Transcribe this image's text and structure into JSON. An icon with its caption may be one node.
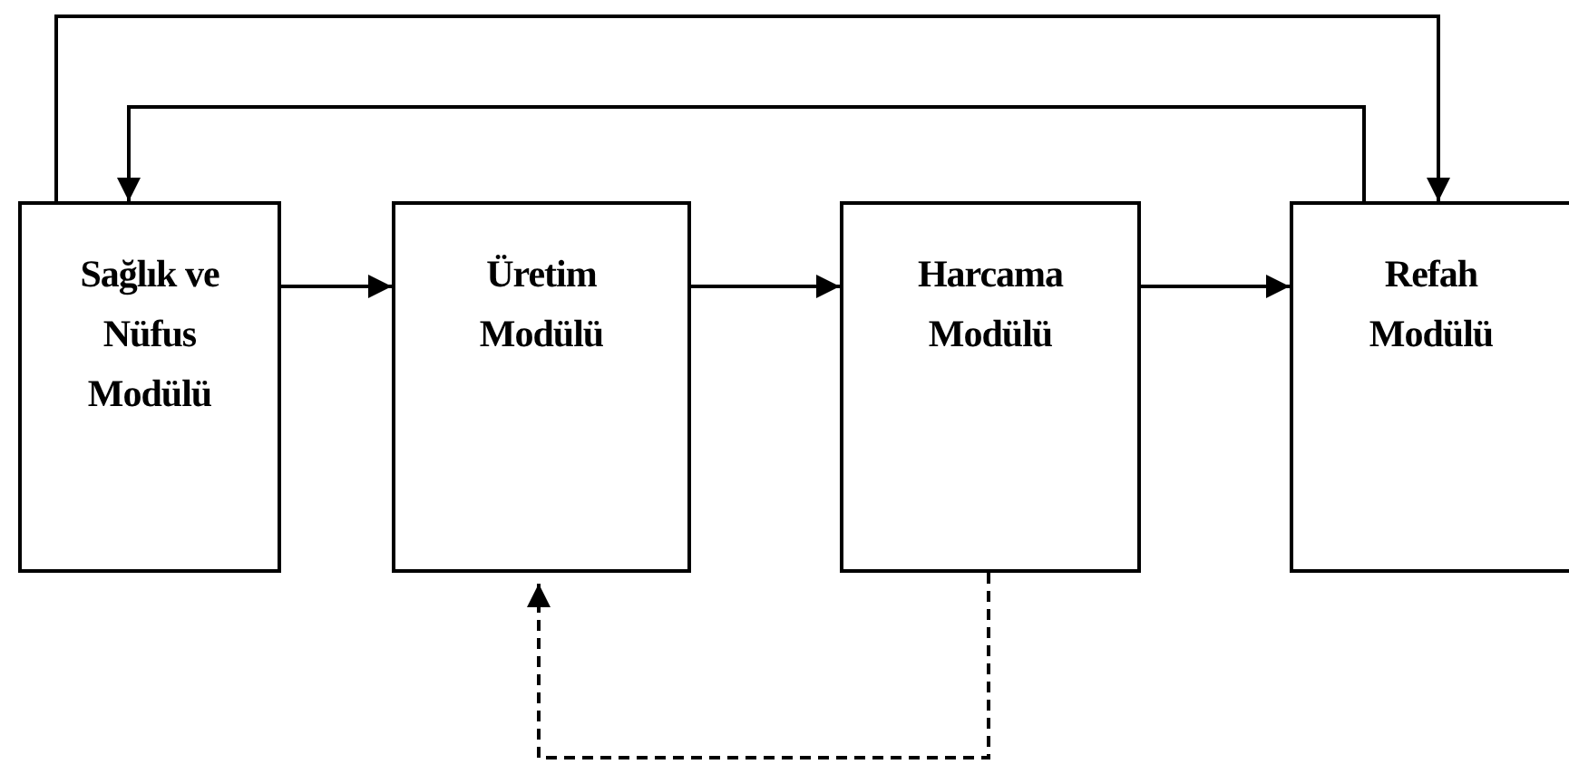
{
  "diagram": {
    "nodes": [
      {
        "text": [
          "Sağlık ve Nüfus Modülü"
        ]
      },
      {
        "text": [
          "Üretim Modülü"
        ]
      },
      {
        "text": [
          "Harcama Modülü"
        ]
      },
      {
        "text": [
          "Refah Modülü"
        ]
      }
    ],
    "edges": [
      {
        "from": 0,
        "to": 1,
        "arrow": "to"
      },
      {
        "from": 1,
        "to": 2,
        "arrow": "to"
      },
      {
        "from": 2,
        "to": 3,
        "arrow": "to"
      },
      {
        "from": 0,
        "to": 3,
        "arrow": "to"
      },
      {
        "from": 3,
        "to": 0,
        "arrow": "to"
      },
      {
        "from": 2,
        "to": 1,
        "arrow": "to",
        "style": "dashed"
      }
    ]
  }
}
